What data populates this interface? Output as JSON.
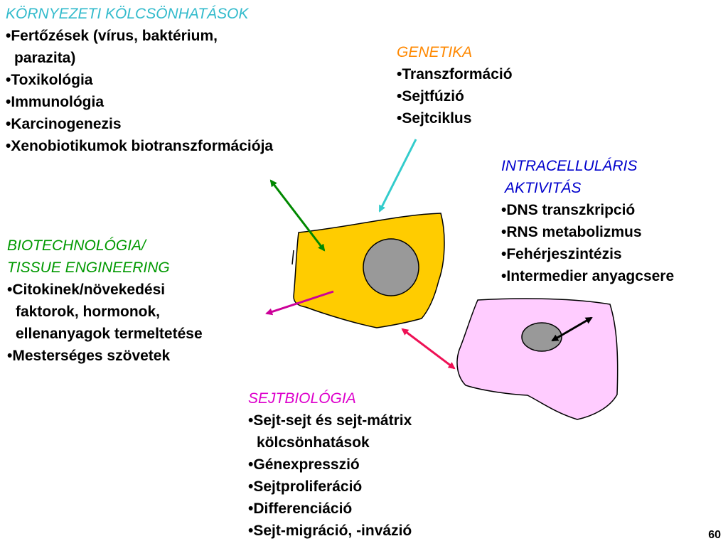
{
  "environment": {
    "title": "KÖRNYEZETI KÖLCSÖNHATÁSOK",
    "color": "#33bbcc",
    "items": [
      {
        "text": "Fertőzések (vírus, baktérium,",
        "cont": false
      },
      {
        "text": "parazita)",
        "cont": true
      },
      {
        "text": "Toxikológia",
        "cont": false
      },
      {
        "text": "Immunológia",
        "cont": false
      },
      {
        "text": "Karcinogenezis",
        "cont": false
      },
      {
        "text": "Xenobiotikumok biotranszformációja",
        "cont": false
      }
    ]
  },
  "genetics": {
    "title": "GENETIKA",
    "color": "#ff8800",
    "items": [
      {
        "text": "Transzformáció",
        "cont": false
      },
      {
        "text": "Sejtfúzió",
        "cont": false
      },
      {
        "text": "Sejtciklus",
        "cont": false
      }
    ]
  },
  "intracellular": {
    "title_line1": "INTRACELLULÁRIS",
    "title_line2": " AKTIVITÁS",
    "color": "#0000cc",
    "items": [
      {
        "text": "DNS transzkripció",
        "cont": false
      },
      {
        "text": "RNS metabolizmus",
        "cont": false
      },
      {
        "text": "Fehérjeszintézis",
        "cont": false
      },
      {
        "text": "Intermedier anyagcsere",
        "cont": false
      }
    ]
  },
  "biotech": {
    "title_line1": "BIOTECHNOLÓGIA/",
    "title_line2": "TISSUE ENGINEERING",
    "color": "#009900",
    "items": [
      {
        "text": "Citokinek/növekedési",
        "cont": false
      },
      {
        "text": "faktorok, hormonok,",
        "cont": true
      },
      {
        "text": "ellenanyagok termeltetése",
        "cont": true
      },
      {
        "text": "Mesterséges szövetek",
        "cont": false
      }
    ]
  },
  "cellbiology": {
    "title": "SEJTBIOLÓGIA",
    "color": "#dd00cc",
    "items": [
      {
        "text": "Sejt-sejt és sejt-mátrix",
        "cont": false
      },
      {
        "text": "kölcsönhatások",
        "cont": true
      },
      {
        "text": "Génexpresszió",
        "cont": false
      },
      {
        "text": "Sejtproliferáció",
        "cont": false
      },
      {
        "text": "Differenciáció",
        "cont": false
      },
      {
        "text": "Sejt-migráció, -invázió",
        "cont": false
      }
    ]
  },
  "colors": {
    "yellow_cell": "#ffcc00",
    "pink_cell": "#ffccff",
    "nucleus": "#999999",
    "arrow_environment": "#008800",
    "arrow_genetics": "#33cccc",
    "arrow_biotech": "#cc0099",
    "arrow_cellbiology": "#ee1155",
    "arrow_intracellular": "#000000"
  },
  "page_number": "60"
}
